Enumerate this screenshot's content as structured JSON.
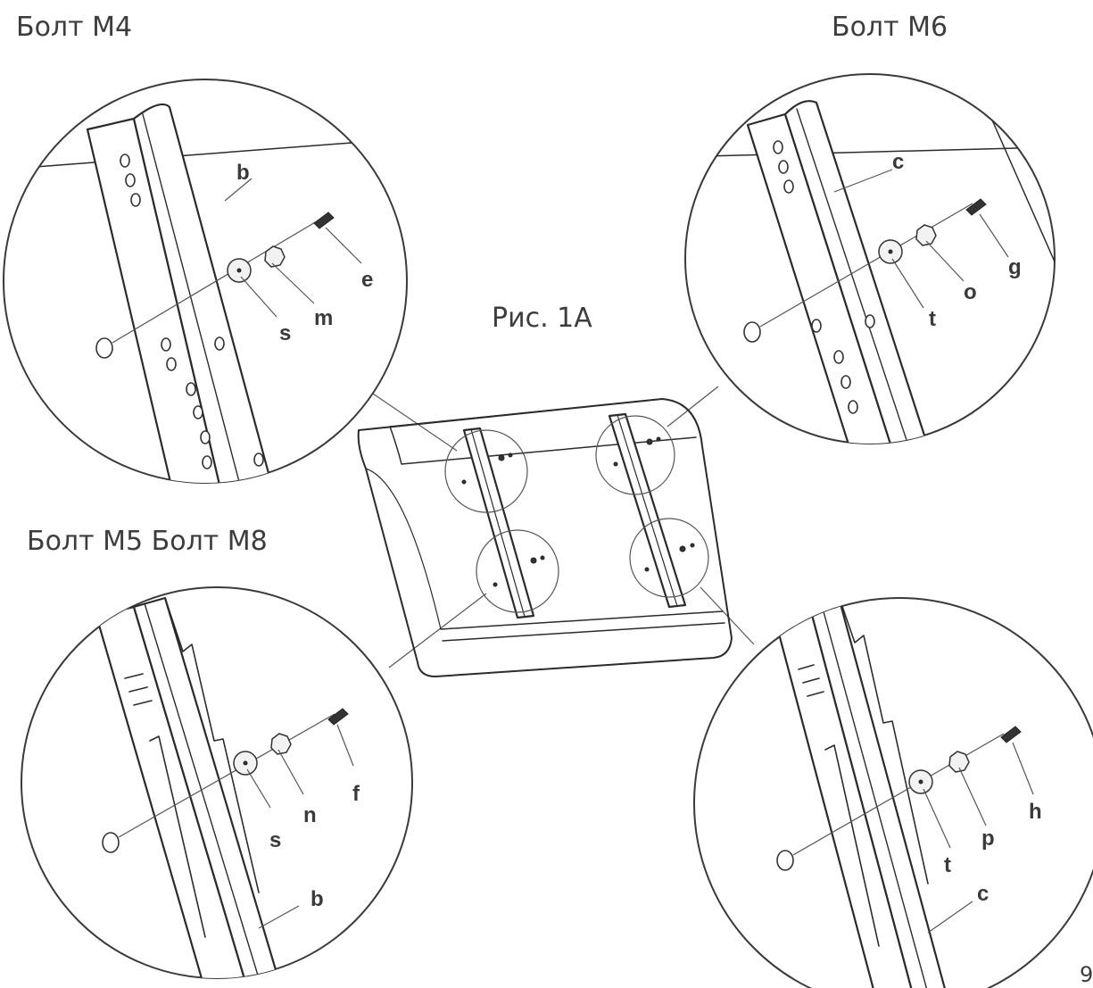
{
  "captions": {
    "top_left": "Болт  M4",
    "top_right": "Болт M6",
    "bottom_left": "Болт M5 Болт M8",
    "figure": "Рис. 1А"
  },
  "labels": {
    "tl_b": "b",
    "tl_e": "e",
    "tl_m": "m",
    "tl_s": "s",
    "tr_c": "c",
    "tr_g": "g",
    "tr_o": "o",
    "tr_t": "t",
    "bl_f": "f",
    "bl_n": "n",
    "bl_s": "s",
    "bl_b": "b",
    "br_h": "h",
    "br_p": "p",
    "br_t": "t",
    "br_c": "c"
  },
  "page_number": "9"
}
